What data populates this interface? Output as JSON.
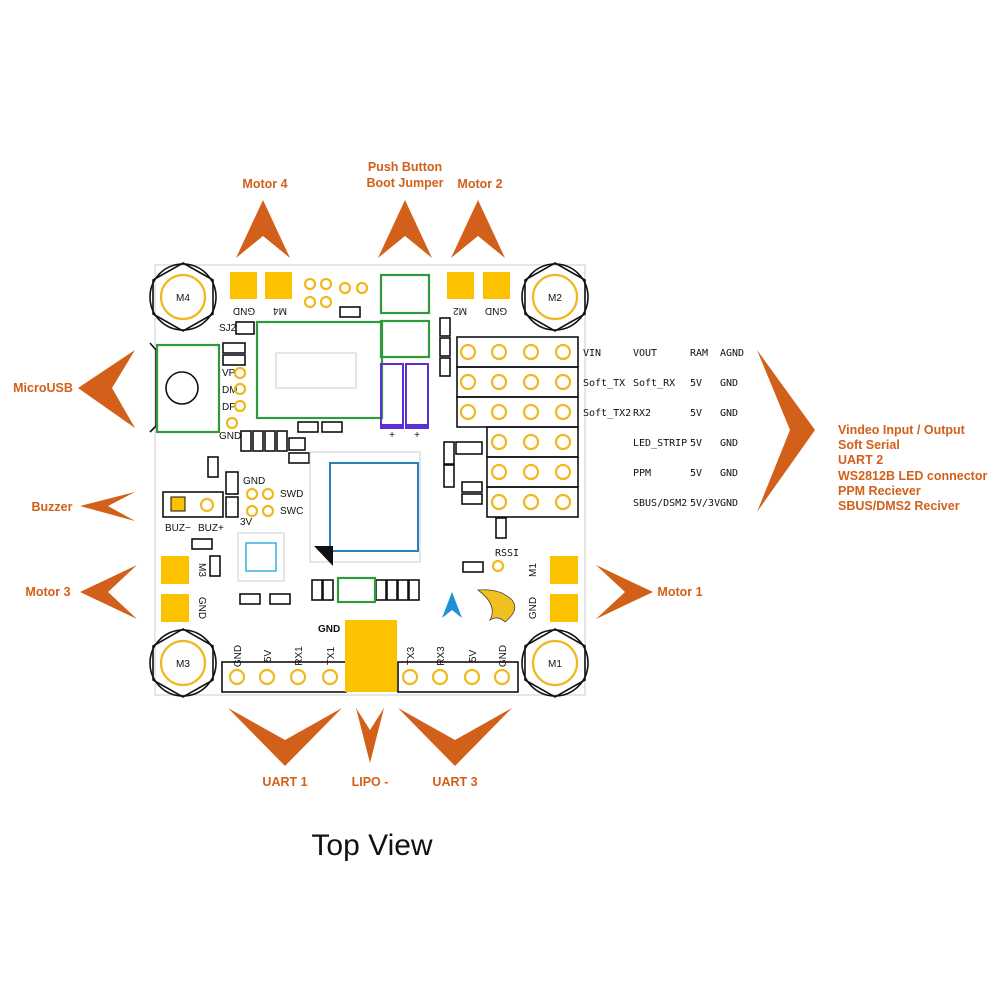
{
  "callouts": {
    "motor4": "Motor 4",
    "push_button": "Push Button",
    "boot_jumper": "Boot Jumper",
    "motor2": "Motor 2",
    "microusb": "MicroUSB",
    "buzzer": "Buzzer",
    "motor3": "Motor 3",
    "motor1": "Motor 1",
    "uart1": "UART 1",
    "lipo": "LIPO -",
    "uart3": "UART 3",
    "right_group": [
      "Vindeo Input  / Output",
      "Soft Serial",
      "UART 2",
      "WS2812B LED connector",
      "PPM Reciever",
      "SBUS/DMS2 Reciver"
    ]
  },
  "title": "Top View",
  "mount_holes": [
    "M4",
    "M2",
    "M3",
    "M1"
  ],
  "header_rows": [
    [
      "VIN",
      "VOUT",
      "RAM",
      "AGND"
    ],
    [
      "Soft_TX",
      "Soft_RX",
      "5V",
      "GND"
    ],
    [
      "Soft_TX2",
      "RX2",
      "5V",
      "GND"
    ],
    [
      "",
      "LED_STRIP",
      "5V",
      "GND"
    ],
    [
      "",
      "PPM",
      "5V",
      "GND"
    ],
    [
      "",
      "SBUS/DSM2",
      "5V/3V",
      "GND"
    ]
  ],
  "board_labels": {
    "gnd_top_left": "GND",
    "m4": "M4",
    "m2": "M2",
    "gnd_top_right": "GND",
    "sj2": "SJ2",
    "vp": "VP",
    "dm": "DM",
    "dp": "DP",
    "gnd_usb": "GND",
    "gnd_swd": "GND",
    "swd": "SWD",
    "swc": "SWC",
    "v3": "3V",
    "buz_minus": "BUZ−",
    "buz_plus": "BUZ+",
    "m3": "M3",
    "gnd_m3": "GND",
    "m1": "M1",
    "gnd_m1": "GND",
    "rssi": "RSSI",
    "gnd_lipo": "GND",
    "plus": "+",
    "uart1_pins": [
      "GND",
      "5V",
      "RX1",
      "TX1"
    ],
    "uart3_pins": [
      "TX3",
      "RX3",
      "5V",
      "GND"
    ]
  }
}
